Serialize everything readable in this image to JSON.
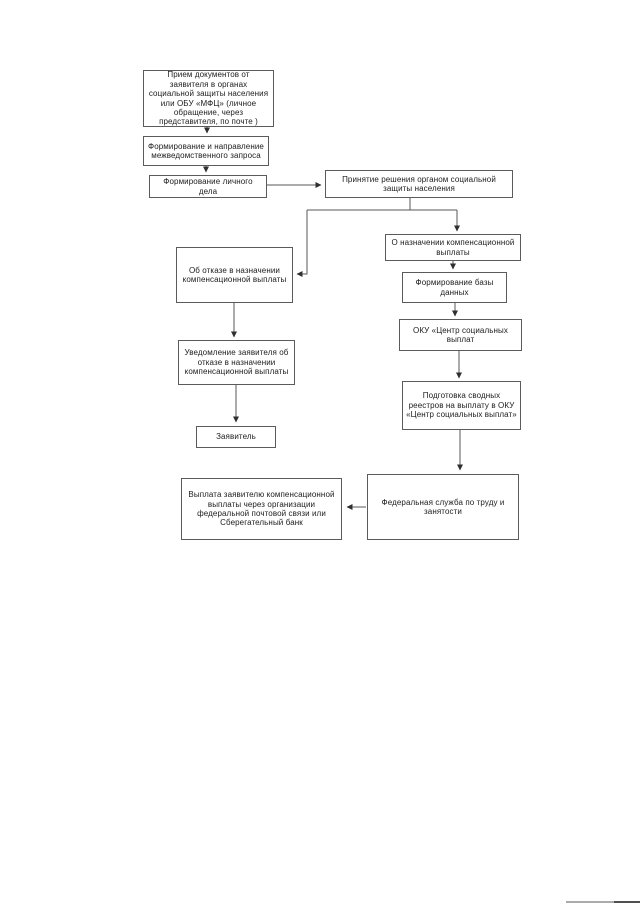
{
  "page": {
    "background_color": "#ffffff",
    "line_color": "#4f4f4f",
    "box_border_color": "#5b5b5b",
    "text_color": "#1c1c1c"
  },
  "diagram": {
    "type": "flowchart",
    "language": "ru",
    "nodes": [
      {
        "id": "receive-documents",
        "label": "Прием документов от заявителя в органах социальной защиты населения или  ОБУ «МФЦ» (личное обращение, через представителя, по почте )"
      },
      {
        "id": "form-request",
        "label": "Формирование и направление межведомственного запроса"
      },
      {
        "id": "form-personal-file",
        "label": "Формирование личного дела"
      },
      {
        "id": "decision",
        "label": "Принятие решения органом социальной защиты населения"
      },
      {
        "id": "refusal",
        "label": "Об отказе в назначении компенсационной выплаты"
      },
      {
        "id": "assignment",
        "label": "О назначении компенсационной выплаты"
      },
      {
        "id": "form-database",
        "label": "Формирование базы данных"
      },
      {
        "id": "payments-center",
        "label": "ОКУ «Центр социальных выплат"
      },
      {
        "id": "prepare-registers",
        "label": "Подготовка сводных реестров на выплату в ОКУ «Центр социальных выплат»"
      },
      {
        "id": "notify-refusal",
        "label": "Уведомление заявителя об отказе в назначении компенсационной выплаты"
      },
      {
        "id": "applicant",
        "label": "Заявитель"
      },
      {
        "id": "payment-to-applicant",
        "label": "Выплата заявителю компенсационной выплаты через организации федеральной почтовой связи или Сберегательный банк"
      },
      {
        "id": "federal-service",
        "label": "Федеральная служба по труду и занятости"
      }
    ],
    "edges": [
      {
        "from": "receive-documents",
        "to": "form-request"
      },
      {
        "from": "form-request",
        "to": "form-personal-file"
      },
      {
        "from": "form-personal-file",
        "to": "decision"
      },
      {
        "from": "decision",
        "to": "refusal"
      },
      {
        "from": "decision",
        "to": "assignment"
      },
      {
        "from": "assignment",
        "to": "form-database"
      },
      {
        "from": "form-database",
        "to": "payments-center"
      },
      {
        "from": "payments-center",
        "to": "prepare-registers"
      },
      {
        "from": "prepare-registers",
        "to": "federal-service"
      },
      {
        "from": "federal-service",
        "to": "payment-to-applicant"
      },
      {
        "from": "refusal",
        "to": "notify-refusal"
      },
      {
        "from": "notify-refusal",
        "to": "applicant"
      }
    ]
  }
}
